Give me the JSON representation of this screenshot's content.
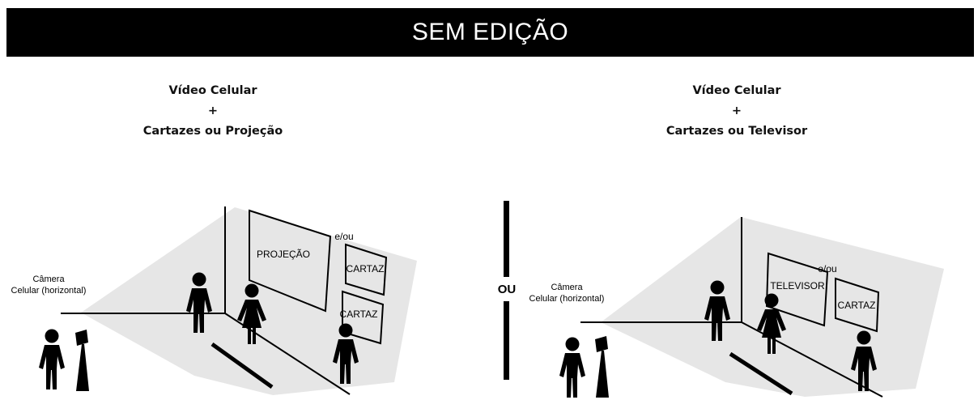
{
  "banner": {
    "title": "SEM EDIÇÃO"
  },
  "left_panel": {
    "heading_line1": "Vídeo Celular",
    "heading_plus": "+",
    "heading_line2": "Cartazes ou Projeção",
    "camera_label_line1": "Câmera",
    "camera_label_line2": "Celular (horizontal)",
    "screen_label": "PROJEÇÃO",
    "and_or_label": "e/ou",
    "poster_label_1": "CARTAZ",
    "poster_label_2": "CARTAZ"
  },
  "separator": {
    "label": "OU"
  },
  "right_panel": {
    "heading_line1": "Vídeo Celular",
    "heading_plus": "+",
    "heading_line2": "Cartazes ou Televisor",
    "camera_label_line1": "Câmera",
    "camera_label_line2": "Celular (horizontal)",
    "screen_label": "TELEVISOR",
    "and_or_label": "e/ou",
    "poster_label": "CARTAZ"
  },
  "colors": {
    "banner_bg": "#000000",
    "banner_text": "#ffffff",
    "camera_field": "#e6e6e6",
    "figure": "#000000"
  }
}
